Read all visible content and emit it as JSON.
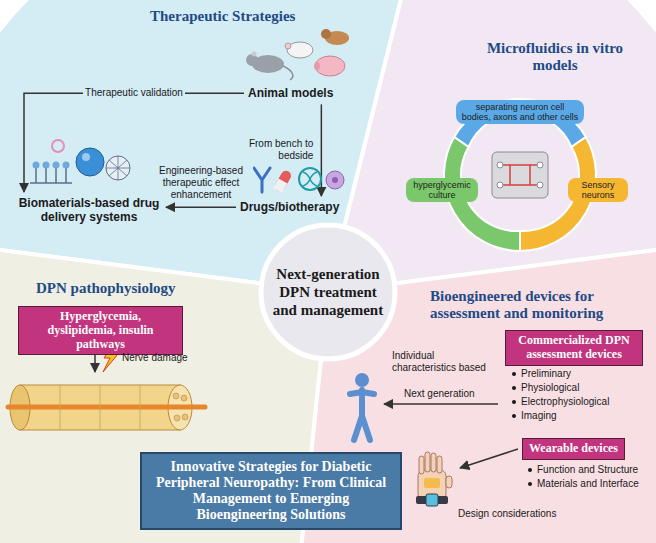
{
  "diagram": {
    "nodes": [
      {
        "text": [
          "Therapeutic Strategies"
        ]
      },
      {
        "text": [
          "Animal models"
        ],
        "in": 0
      },
      {
        "text": [
          "Drugs/biotherapy"
        ],
        "in": 0
      },
      {
        "text": [
          "Biomaterials-based drug delivery systems"
        ],
        "in": 0
      },
      {
        "text": [
          "Microfluidics in vitro models"
        ]
      },
      {
        "text": [
          "separating neuron cell bodies, axons and other cells"
        ],
        "in": 4
      },
      {
        "text": [
          "Sensory neurons"
        ],
        "in": 4
      },
      {
        "text": [
          "hyperglycemic culture"
        ],
        "in": 4
      },
      {
        "text": [
          "Bioengineered devices for assessment and monitoring"
        ]
      },
      {
        "text": [
          "Commercialized DPN assessment devices"
        ],
        "in": 8
      },
      {
        "text": [
          "Wearable devices"
        ],
        "in": 8
      },
      {
        "text": [
          "DPN pathophysiology"
        ]
      },
      {
        "text": [
          "Hyperglycemia, dyslipidemia, insulin pathways"
        ],
        "in": 11
      },
      {
        "text": [
          "Next-generation DPN treatment and management"
        ]
      },
      {
        "text": [
          "Innovative Strategies for Diabetic Peripheral Neuropathy: From Clinical Management to Emerging Bioengineering Solutions"
        ]
      }
    ],
    "edges": [
      {
        "from": 1,
        "to": 3,
        "label": "Therapeutic validation",
        "arrow": "to"
      },
      {
        "from": 1,
        "to": 2,
        "label": "From bench to bedside",
        "arrow": "to"
      },
      {
        "from": 2,
        "to": 3,
        "label": "Engineering-based therapeutic effect enhancement",
        "arrow": "to"
      }
    ],
    "labels": [
      "Individual characteristics based",
      "Next generation",
      "Preliminary",
      "Physiological",
      "Electrophysiological",
      "Imaging",
      "Design considerations",
      "Function and Structure",
      "Materials and Interface",
      "Nerve damage"
    ]
  }
}
